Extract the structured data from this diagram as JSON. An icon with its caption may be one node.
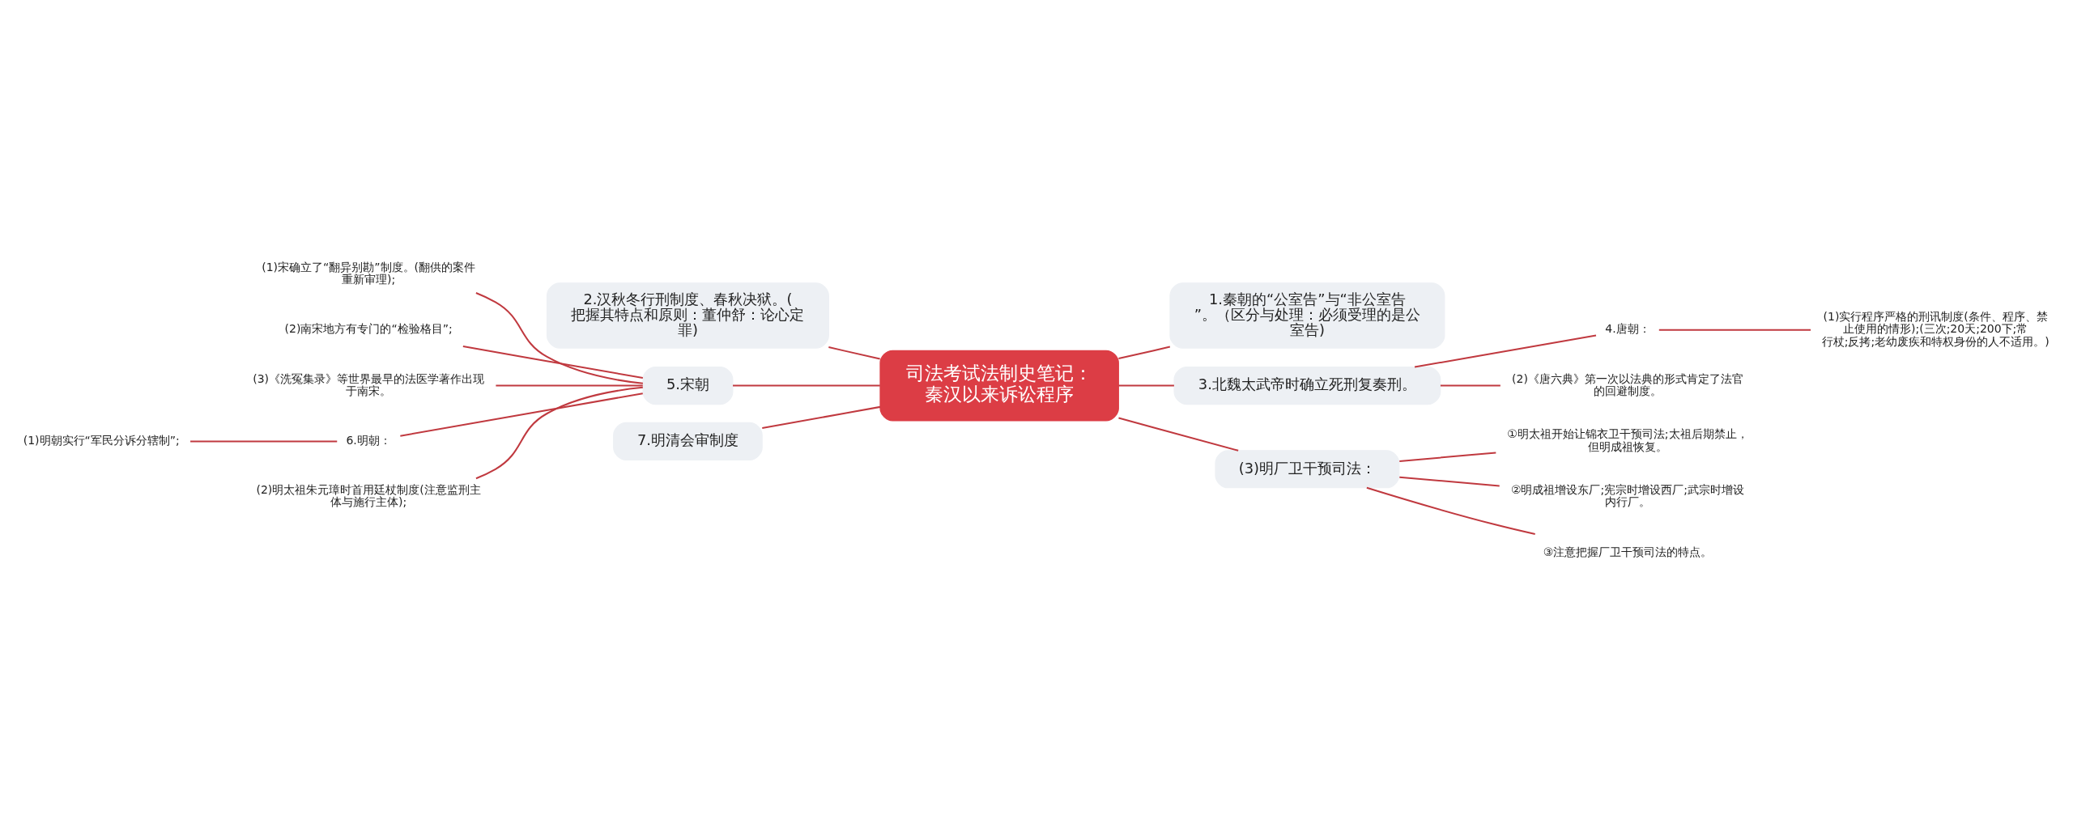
{
  "diagram": {
    "nodes": [
      {
        "text": [
          "司法考试法制史笔记：秦汉以来诉讼程序"
        ]
      },
      {
        "text": [
          "2.汉秋冬行刑制度、春秋决狱。(把握其特点和原则：董仲舒：论心定罪)"
        ]
      },
      {
        "text": [
          "1.秦朝的“公室告”与“非公室告”。（区分与处理：必须受理的是公室告)"
        ]
      },
      {
        "text": [
          "3.北魏太武帝时确立死刑复奏刑。"
        ]
      },
      {
        "text": [
          "4.唐朝："
        ]
      },
      {
        "text": [
          "(1)实行程序严格的刑讯制度(条件、程序、禁止使用的情形);(三次;20天;200下;常行杖;反拷;老幼废疾和特权身份的人不适用。)"
        ]
      },
      {
        "text": [
          "(2)《唐六典》第一次以法典的形式肯定了法官的回避制度。"
        ]
      },
      {
        "text": [
          "5.宋朝"
        ]
      },
      {
        "text": [
          "(1)宋确立了“翻异别勘”制度。(翻供的案件重新审理);"
        ]
      },
      {
        "text": [
          "(2)南宋地方有专门的“检验格目”;"
        ]
      },
      {
        "text": [
          "(3)《洗冤集录》等世界最早的法医学著作出现于南宋。"
        ]
      },
      {
        "text": [
          "6.明朝："
        ]
      },
      {
        "text": [
          "(1)明朝实行“军民分诉分辖制”;"
        ]
      },
      {
        "text": [
          "(2)明太祖朱元璋时首用廷杖制度(注意监刑主体与施行主体);"
        ]
      },
      {
        "text": [
          "(3)明厂卫干预司法："
        ]
      },
      {
        "text": [
          "①明太祖开始让锦衣卫干预司法;太祖后期禁止，但明成祖恢复。"
        ]
      },
      {
        "text": [
          "②明成祖增设东厂;宪宗时增设西厂;武宗时增设内行厂。"
        ]
      },
      {
        "text": [
          "③注意把握厂卫干预司法的特点。"
        ]
      },
      {
        "text": [
          "7.明清会审制度"
        ]
      }
    ],
    "edges": [
      {
        "from": 0,
        "to": 1,
        "arrow": "none"
      },
      {
        "from": 0,
        "to": 2,
        "arrow": "none"
      },
      {
        "from": 0,
        "to": 3,
        "arrow": "none"
      },
      {
        "from": 3,
        "to": 4,
        "arrow": "none"
      },
      {
        "from": 4,
        "to": 5,
        "arrow": "none"
      },
      {
        "from": 3,
        "to": 6,
        "arrow": "none"
      },
      {
        "from": 0,
        "to": 7,
        "arrow": "none"
      },
      {
        "from": 7,
        "to": 8,
        "arrow": "none"
      },
      {
        "from": 7,
        "to": 9,
        "arrow": "none"
      },
      {
        "from": 7,
        "to": 10,
        "arrow": "none"
      },
      {
        "from": 7,
        "to": 11,
        "arrow": "none"
      },
      {
        "from": 11,
        "to": 12,
        "arrow": "none"
      },
      {
        "from": 7,
        "to": 13,
        "arrow": "none"
      },
      {
        "from": 0,
        "to": 14,
        "arrow": "none"
      },
      {
        "from": 14,
        "to": 15,
        "arrow": "none"
      },
      {
        "from": 14,
        "to": 16,
        "arrow": "none"
      },
      {
        "from": 14,
        "to": 17,
        "arrow": "none"
      },
      {
        "from": 0,
        "to": 18,
        "arrow": "none"
      }
    ]
  }
}
